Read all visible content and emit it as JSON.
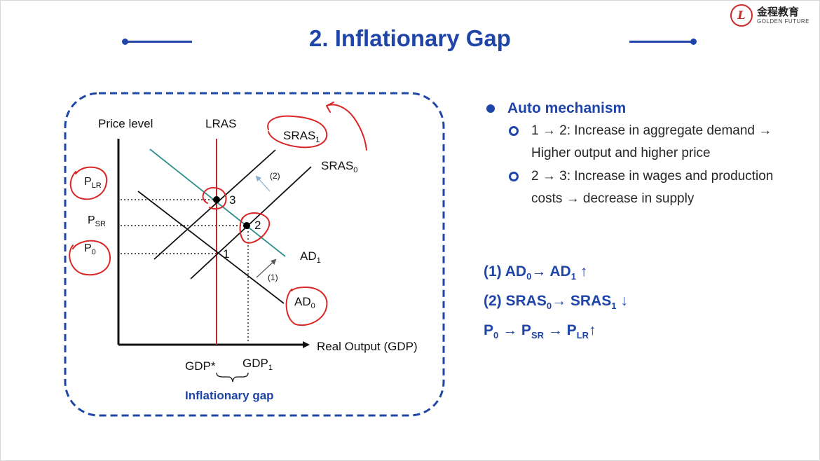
{
  "slide": {
    "title": "2. Inflationary Gap"
  },
  "logo": {
    "badge": "L",
    "cn": "金程教育",
    "en": "GOLDEN FUTURE"
  },
  "graph": {
    "y_axis_label": "Price level",
    "x_axis_label": "Real Output (GDP)",
    "lras_label": "LRAS",
    "sras1_label": "SRAS",
    "sras1_sub": "1",
    "sras0_label": "SRAS",
    "sras0_sub": "0",
    "ad1_label": "AD",
    "ad1_sub": "1",
    "ad0_label": "AD",
    "ad0_sub": "0",
    "plr_label": "P",
    "plr_sub": "LR",
    "psr_label": "P",
    "psr_sub": "SR",
    "p0_label": "P",
    "p0_sub": "0",
    "gdp_star_label": "GDP*",
    "gdp1_label": "GDP",
    "gdp1_sub": "1",
    "point1": "1",
    "point2": "2",
    "point3": "3",
    "shift1_label": "(1)",
    "shift2_label": "(2)",
    "gap_label": "Inflationary gap"
  },
  "bullets": {
    "heading": "Auto mechanism",
    "items": [
      {
        "line1": "1 → 2: Increase in aggregate demand →",
        "line2": "Higher output and higher price"
      },
      {
        "line1": "2 → 3: Increase in wages and production",
        "line2": "costs → decrease in supply"
      }
    ]
  },
  "formulas": {
    "row1": {
      "prefix": "(1) AD",
      "s1": "0",
      "mid": "→ AD",
      "s2": "1",
      "suffix": " ↑"
    },
    "row2": {
      "prefix": "(2) SRAS",
      "s1": "0",
      "mid": "→ SRAS",
      "s2": "1",
      "suffix": " ↓"
    },
    "row3": {
      "p1": "P",
      "s1": "0",
      "a1": " → P",
      "s2": "SR",
      "a2": " → P",
      "s3": "LR",
      "suffix": "↑"
    }
  },
  "colors": {
    "brand_blue": "#1f45a8",
    "lras_red": "#c0282d",
    "ad1_teal": "#2f8f8a",
    "annotation_red": "#d92626"
  }
}
